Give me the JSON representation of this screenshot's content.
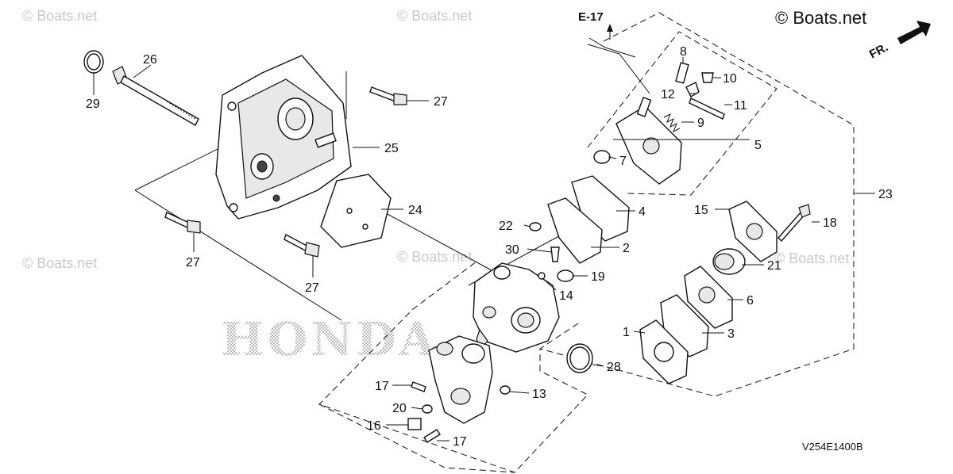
{
  "watermarks": [
    "© Boats.net",
    "© Boats.net",
    "© Boats.net",
    "© Boats.net",
    "© Boats.net"
  ],
  "brand_mark": "© Boats.net",
  "direction_label": "FR.",
  "ref_label": "E-17",
  "logo_text": "HONDA",
  "diagram_code": "V254E1400B",
  "callouts": {
    "c1": "1",
    "c2": "2",
    "c3": "3",
    "c4": "4",
    "c5": "5",
    "c6": "6",
    "c7": "7",
    "c8": "8",
    "c9": "9",
    "c10": "10",
    "c11": "11",
    "c12": "12",
    "c13": "13",
    "c14": "14",
    "c15": "15",
    "c16": "16",
    "c17a": "17",
    "c17b": "17",
    "c18": "18",
    "c19": "19",
    "c20": "20",
    "c21": "21",
    "c22": "22",
    "c23": "23",
    "c24": "24",
    "c25": "25",
    "c26": "26",
    "c27a": "27",
    "c27b": "27",
    "c27c": "27",
    "c28": "28",
    "c29": "29",
    "c30": "30"
  }
}
